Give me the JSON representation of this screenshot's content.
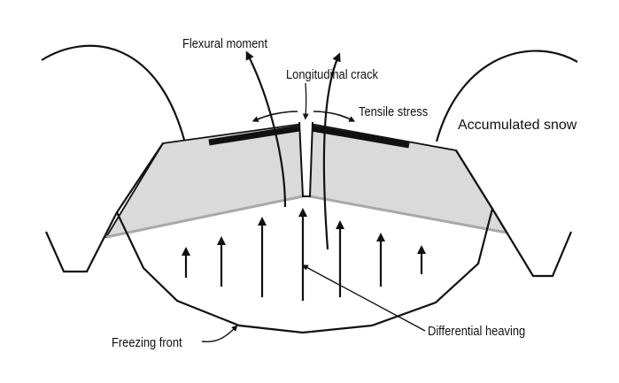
{
  "labels": {
    "flexural_moment": "Flexural moment",
    "longitudinal_crack": "Longitudinal crack",
    "tensile_stress": "Tensile stress",
    "accumulated_snow": "Accumulated snow",
    "differential_heaving": "Differential heaving",
    "freezing_front": "Freezing front"
  },
  "colors": {
    "ink": "#111111",
    "pavement_fill": "#dadada",
    "base_line": "#a8a8a8"
  }
}
